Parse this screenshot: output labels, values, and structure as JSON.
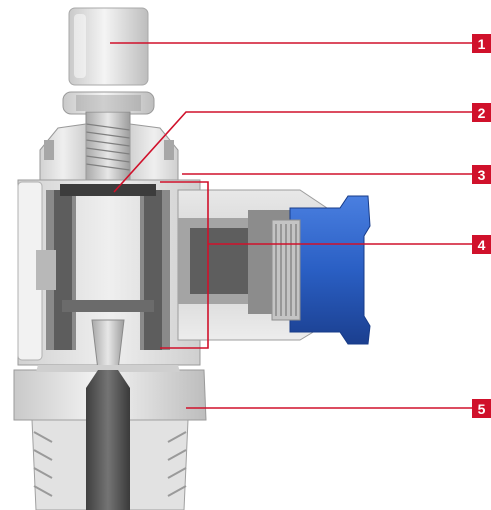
{
  "callouts": [
    {
      "label": "1"
    },
    {
      "label": "2"
    },
    {
      "label": "3"
    },
    {
      "label": "4"
    },
    {
      "label": "5"
    }
  ],
  "colors": {
    "accent": "#d0112b",
    "body_light": "#e4e4e4",
    "body_mid": "#b9b9b9",
    "body_dark": "#5d5d5d",
    "collet_blue": "#2a5fc4"
  }
}
